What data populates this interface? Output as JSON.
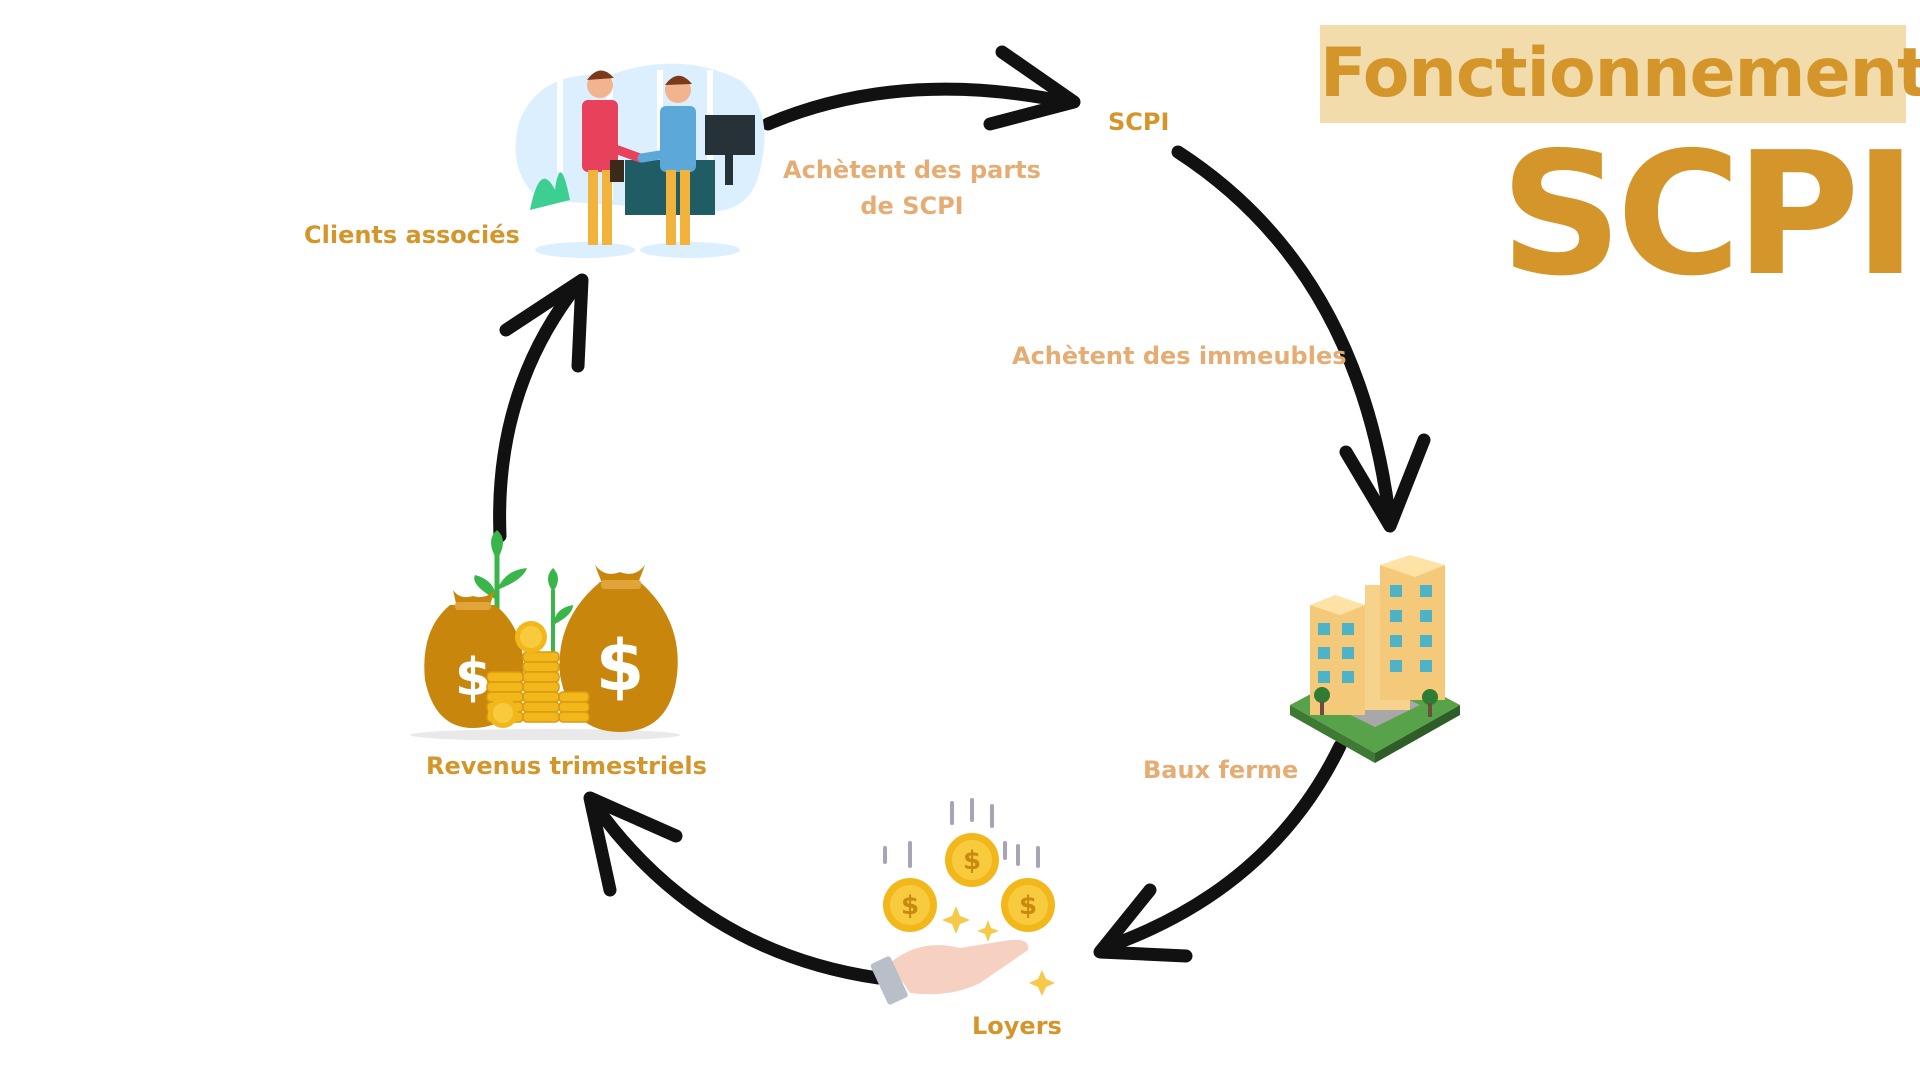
{
  "title": {
    "line1": "Fonctionnement",
    "line2": "SCPI"
  },
  "nodes": {
    "clients": "Clients associés",
    "scpi": "SCPI",
    "revenus": "Revenus trimestriels",
    "loyers": "Loyers"
  },
  "edges": {
    "parts_line1": "Achètent des parts",
    "parts_line2": "de SCPI",
    "immeubles": "Achètent des immeubles",
    "baux": "Baux ferme"
  },
  "colors": {
    "accent": "#d4962a",
    "edge_label": "#e5ad74",
    "title_bg": "#f3dcab",
    "arrow": "#111111",
    "coin": "#f2b81b",
    "bag": "#c8860c"
  },
  "icons": {
    "clients": "handshake-people-icon",
    "building": "apartment-building-icon",
    "loyers": "hand-receiving-coins-icon",
    "revenus": "money-bags-coins-icon"
  }
}
